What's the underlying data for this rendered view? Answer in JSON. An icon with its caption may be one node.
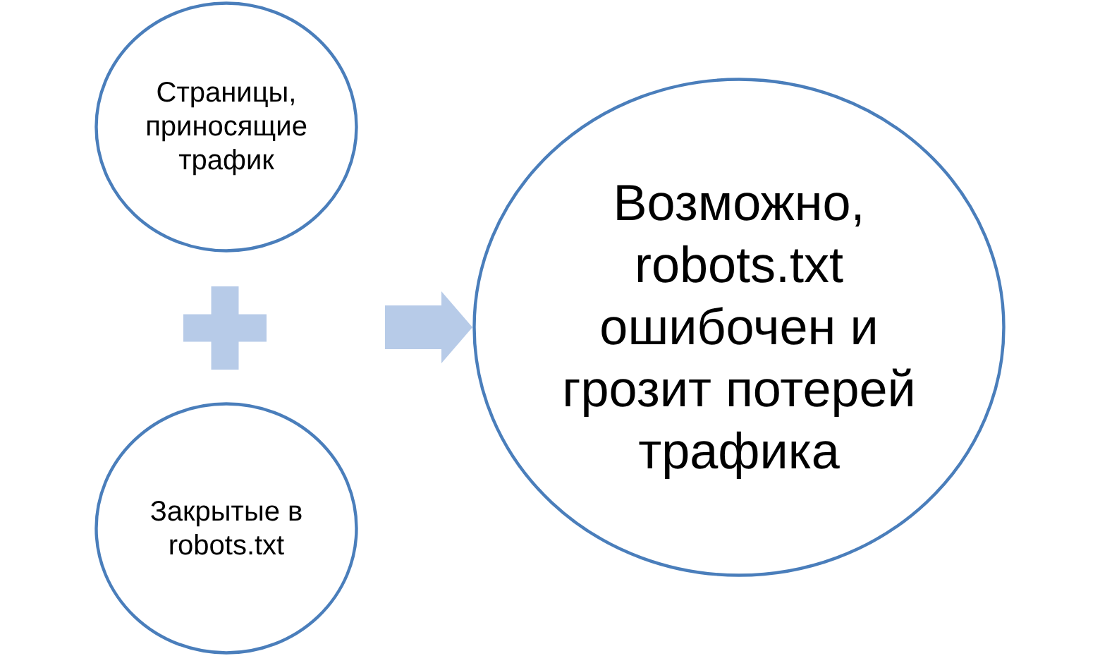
{
  "diagram": {
    "nodes": [
      {
        "text": [
          "Страницы, приносящие трафик"
        ]
      },
      {
        "text": [],
        "shape": "plus"
      },
      {
        "text": [
          "Закрытые в robots.txt"
        ]
      },
      {
        "text": [
          "Возможно, robots.txt ошибочен и грозит потерей трафика"
        ]
      }
    ],
    "edges": [
      {
        "from": null,
        "to": 3,
        "arrow": "to"
      }
    ]
  }
}
